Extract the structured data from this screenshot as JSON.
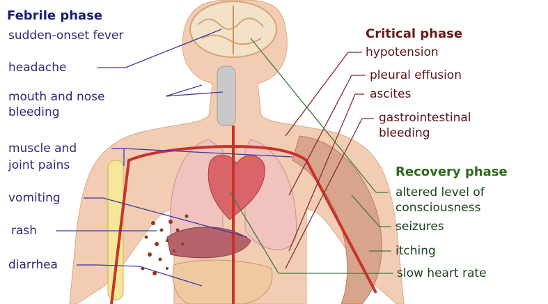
{
  "febrile": {
    "title": "Febrile phase",
    "items": [
      "sudden-onset fever",
      "headache",
      "mouth and nose",
      "bleeding",
      "muscle and",
      "joint pains",
      "vomiting",
      "rash",
      "diarrhea"
    ]
  },
  "critical": {
    "title": "Critical phase",
    "items": [
      "hypotension",
      "pleural effusion",
      "ascites",
      "gastrointestinal",
      "bleeding"
    ]
  },
  "recovery": {
    "title": "Recovery phase",
    "items": [
      "altered level of",
      "consciousness",
      "seizures",
      "itching",
      "slow heart rate"
    ]
  },
  "colors": {
    "febrile_text": "#2a2a78",
    "febrile_line": "#3a3aa0",
    "critical_text": "#5a1414",
    "critical_line": "#8a2a2a",
    "recovery_text": "#1c3f1c",
    "recovery_title": "#2f6a1e",
    "recovery_line": "#3a7a3a",
    "skin": "#f2cdb4"
  }
}
